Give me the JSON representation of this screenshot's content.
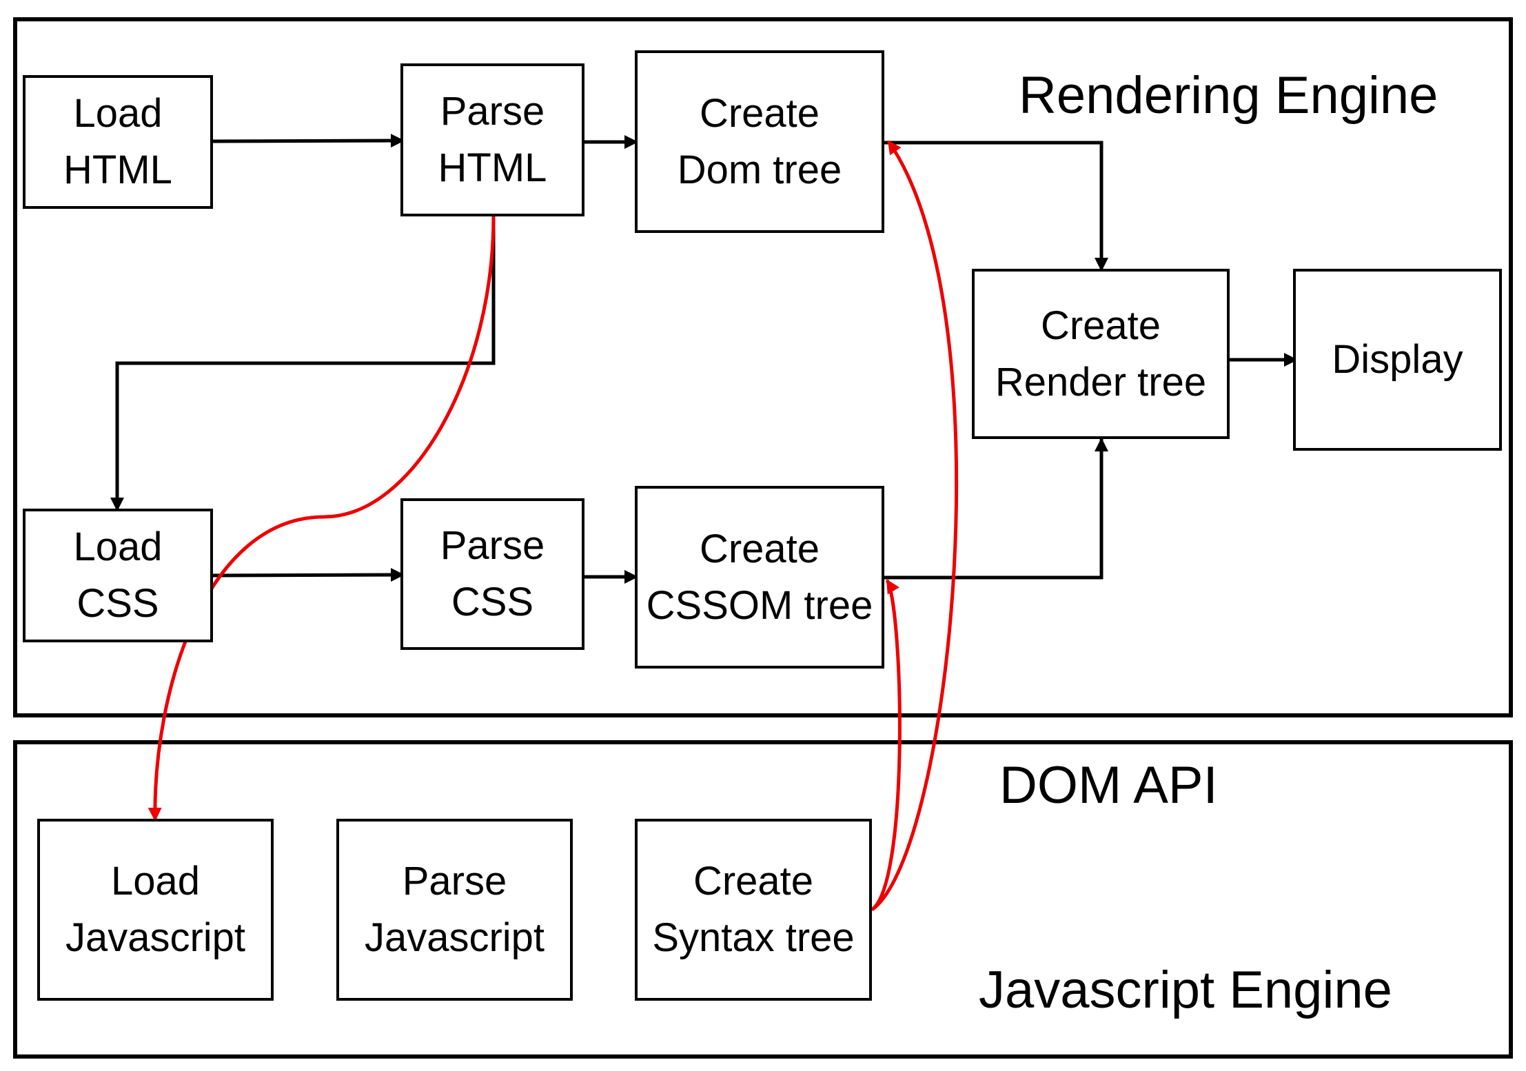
{
  "headings": {
    "rendering_engine": "Rendering Engine",
    "dom_api": "DOM API",
    "javascript_engine": "Javascript Engine"
  },
  "nodes": {
    "load_html": {
      "line1": "Load",
      "line2": "HTML"
    },
    "parse_html": {
      "line1": "Parse",
      "line2": "HTML"
    },
    "create_dom": {
      "line1": "Create",
      "line2": "Dom tree"
    },
    "create_render": {
      "line1": "Create",
      "line2": "Render tree"
    },
    "display": {
      "line1": "Display"
    },
    "load_css": {
      "line1": "Load",
      "line2": "CSS"
    },
    "parse_css": {
      "line1": "Parse",
      "line2": "CSS"
    },
    "create_cssom": {
      "line1": "Create",
      "line2": "CSSOM tree"
    },
    "load_js": {
      "line1": "Load",
      "line2": "Javascript"
    },
    "parse_js": {
      "line1": "Parse",
      "line2": "Javascript"
    },
    "create_syntax": {
      "line1": "Create",
      "line2": "Syntax tree"
    }
  },
  "colors": {
    "line": "#000000",
    "highlight": "#ee0000"
  }
}
